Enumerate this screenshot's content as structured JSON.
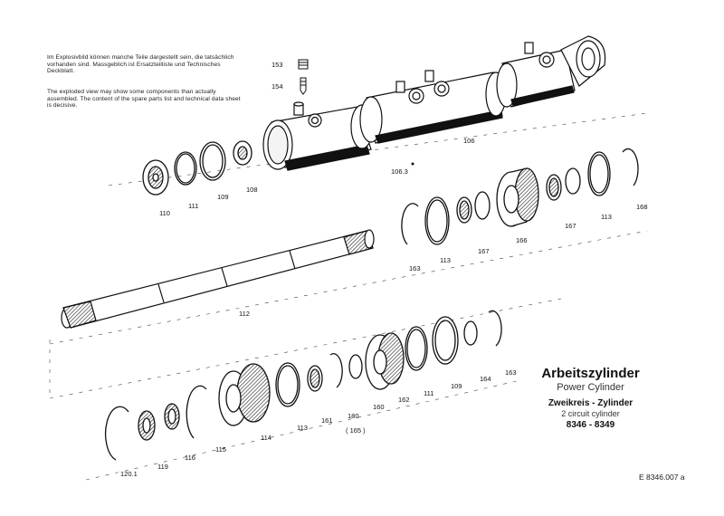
{
  "notes": {
    "german": "Im Explosivbild können manche Teile dargestellt sein, die tatsächlich vorhanden sind. Massgeblich ist Ersatzteilliste und Technisches Deckblatt.",
    "english": "The exploded view may show some components than actually assembled. The content of the spare parts list and technical data sheet is decisive."
  },
  "title": {
    "de": "Arbeitszylinder",
    "en": "Power Cylinder",
    "variant_de": "Zweikreis - Zylinder",
    "variant_en": "2 circuit cylinder",
    "models": "8346 - 8349"
  },
  "doc_ref": "E 8346.007 a",
  "part_labels": {
    "p153": "153",
    "p154": "154",
    "p106": "106",
    "p106_3": "106.3",
    "p110": "110",
    "p111_a": "111",
    "p109_a": "109",
    "p108": "108",
    "p163_a": "163",
    "p113_a": "113",
    "p167_a": "167",
    "p166": "166",
    "p167_b": "167",
    "p113_b": "113",
    "p168": "168",
    "p112": "112",
    "p120_1": "120.1",
    "p119": "119",
    "p116": "116",
    "p115": "115",
    "p114": "114",
    "p113_c": "113",
    "p161": "161",
    "p160_165": "180",
    "p165": "( 165 )",
    "p160": "160",
    "p162": "162",
    "p111_b": "111",
    "p109_b": "109",
    "p164": "164",
    "p163_b": "163"
  }
}
